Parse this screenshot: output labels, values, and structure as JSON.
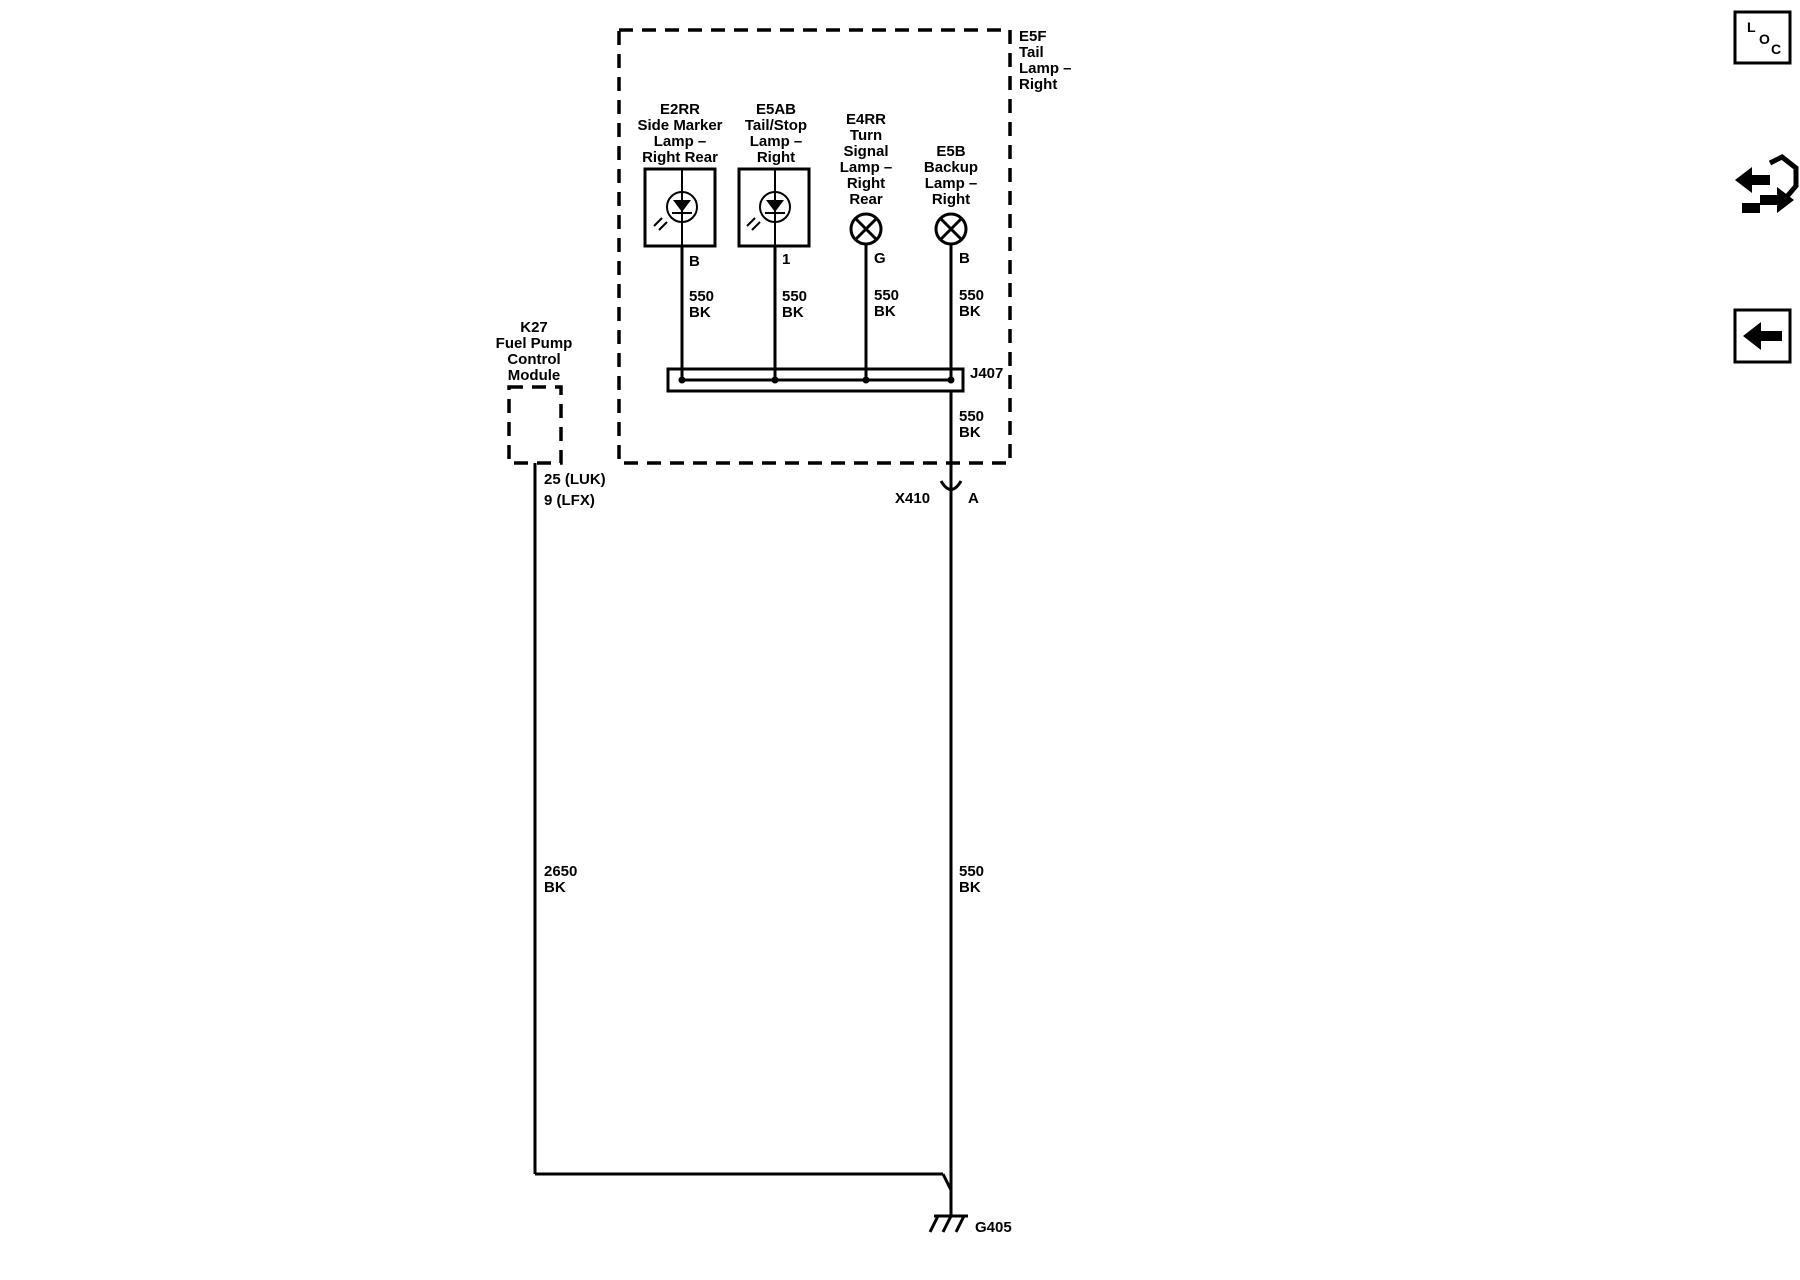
{
  "enclosure": {
    "id": "E5F",
    "name": [
      "Tail",
      "Lamp –",
      "Right"
    ]
  },
  "components": [
    {
      "id": "E2RR",
      "lines": [
        "Side Marker",
        "Lamp –",
        "Right Rear"
      ],
      "pin": "B",
      "wire": "550",
      "color": "BK",
      "symbol": "led"
    },
    {
      "id": "E5AB",
      "lines": [
        "Tail/Stop",
        "Lamp –",
        "Right"
      ],
      "pin": "1",
      "wire": "550",
      "color": "BK",
      "symbol": "led"
    },
    {
      "id": "E4RR",
      "lines": [
        "Turn",
        "Signal",
        "Lamp –",
        "Right",
        "Rear"
      ],
      "pin": "G",
      "wire": "550",
      "color": "BK",
      "symbol": "bulb"
    },
    {
      "id": "E5B",
      "lines": [
        "Backup",
        "Lamp –",
        "Right"
      ],
      "pin": "B",
      "wire": "550",
      "color": "BK",
      "symbol": "bulb"
    }
  ],
  "splice": {
    "id": "J407",
    "out_wire": "550",
    "out_color": "BK"
  },
  "module": {
    "id": "K27",
    "lines": [
      "Fuel Pump",
      "Control",
      "Module"
    ],
    "pin_a": "25 (LUK)",
    "pin_b": "9 (LFX)"
  },
  "connector": {
    "id": "X410",
    "pin": "A"
  },
  "left_wire": {
    "number": "2650",
    "color": "BK"
  },
  "right_wire": {
    "number": "550",
    "color": "BK"
  },
  "ground": {
    "id": "G405"
  },
  "sidebar": {
    "loc_button": {
      "letters": [
        "L",
        "O",
        "C"
      ],
      "icon": "location-icon"
    },
    "connector_button": {
      "icon": "connector-arrows-icon"
    },
    "back_button": {
      "icon": "back-arrow-icon"
    }
  }
}
